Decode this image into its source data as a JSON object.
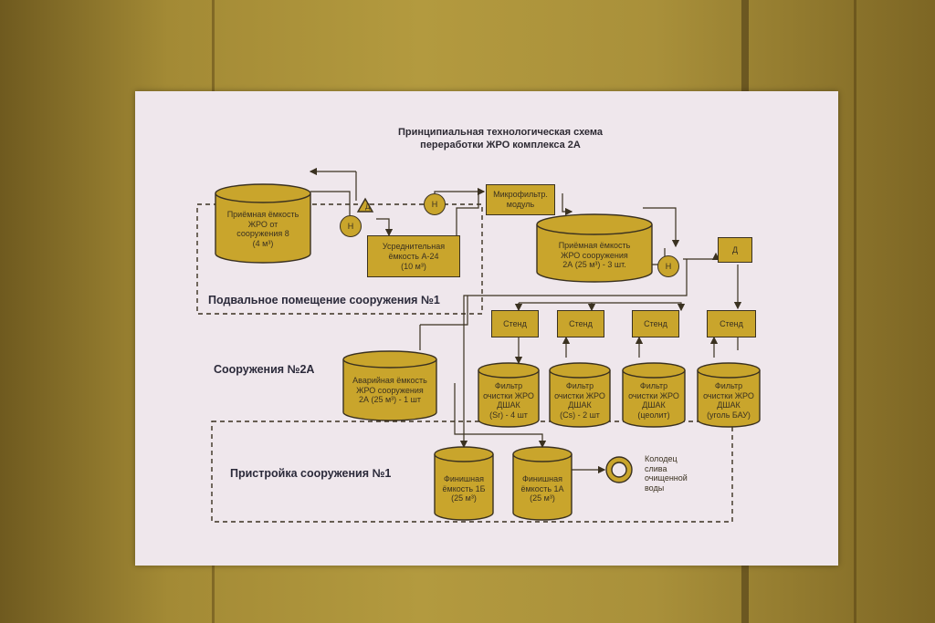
{
  "poster": {
    "title_line1": "Принципиальная технологическая схема",
    "title_line2": "переработки ЖРО комплекса 2А"
  },
  "sections": {
    "basement": "Подвальное помещение сооружения №1",
    "building2a": "Сооружения №2А",
    "annex": "Пристройка сооружения №1"
  },
  "nodes": {
    "receiving_tank_1": [
      "Приёмная ёмкость",
      "ЖРО от",
      "сооружения 8",
      "(4 м³)"
    ],
    "pump_h1": "Н",
    "valve_d1": "Д",
    "averaging_tank": [
      "Усреднительная",
      "ёмкость А-24",
      "(10 м³)"
    ],
    "pump_h2": "Н",
    "microfilter": [
      "Микрофильтр.",
      "модуль"
    ],
    "receiving_tank_2a": [
      "Приёмная ёмкость",
      "ЖРО сооружения",
      "2А (25 м³) - 3 шт."
    ],
    "pump_h3": "Н",
    "valve_d2": "Д",
    "emergency_tank": [
      "Аварийная ёмкость",
      "ЖРО сооружения",
      "2А (25 м³) - 1 шт"
    ],
    "stand_1": "Стенд",
    "stand_2": "Стенд",
    "stand_3": "Стенд",
    "stand_4": "Стенд",
    "filter_sr": [
      "Фильтр",
      "очистки ЖРО",
      "ДШАК",
      "(Sr) - 4 шт"
    ],
    "filter_cs": [
      "Фильтр",
      "очистки ЖРО",
      "ДШАК",
      "(Cs) - 2 шт"
    ],
    "filter_zeolite": [
      "Фильтр",
      "очистки ЖРО",
      "ДШАК",
      "(цеолит)"
    ],
    "filter_coal": [
      "Фильтр",
      "очистки ЖРО",
      "ДШАК",
      "(уголь БАУ)"
    ],
    "final_tank_1b": [
      "Финишная",
      "ёмкость 1Б",
      "(25 м³)"
    ],
    "final_tank_1a": [
      "Финишная",
      "ёмкость 1А",
      "(25 м³)"
    ],
    "drain_well": [
      "Колодец",
      "слива",
      "очищенной",
      "воды"
    ]
  },
  "colors": {
    "tank_fill": "#c9a52c",
    "outline": "#3a3120",
    "poster_bg": "#efe7ec",
    "wall": "#b39a3f"
  }
}
